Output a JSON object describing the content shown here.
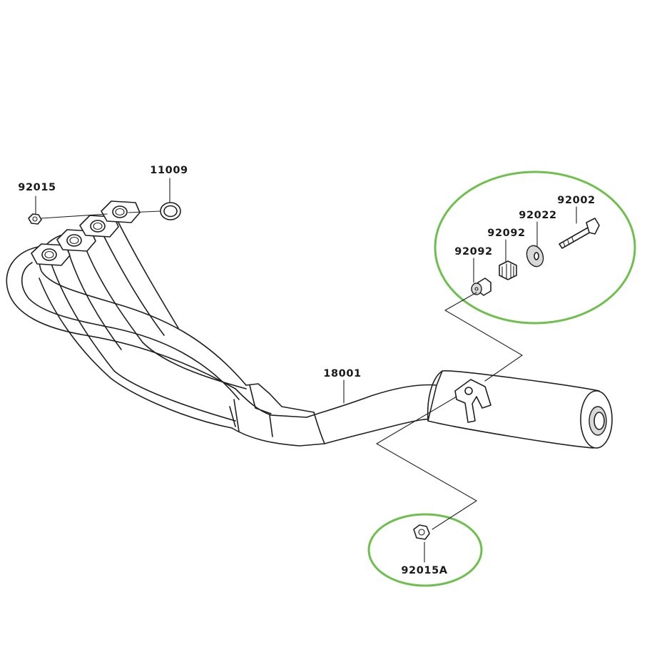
{
  "callouts": {
    "nut_left": "92015",
    "gasket": "11009",
    "exhaust_assembly": "18001",
    "bolt": "92002",
    "washer": "92022",
    "grommet_upper": "92092",
    "collar": "92092",
    "nut_muffler": "92015A"
  },
  "colors": {
    "line": "#1f1f1f",
    "highlight_ring": "#6fbf4f",
    "background": "#ffffff"
  }
}
